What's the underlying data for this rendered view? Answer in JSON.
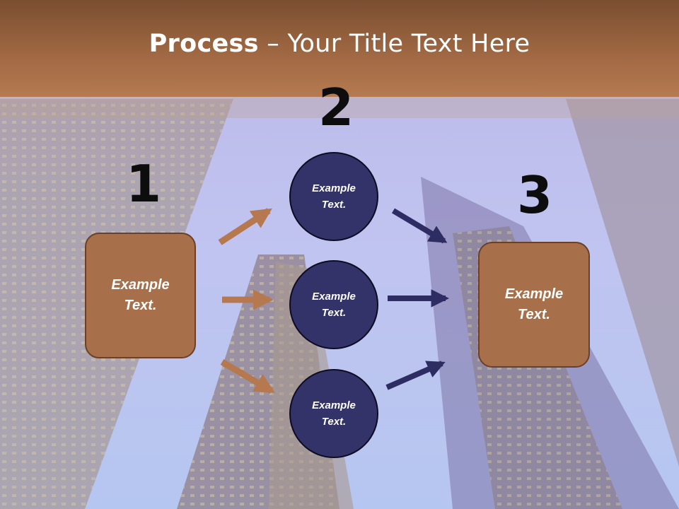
{
  "slide": {
    "title_bold": "Process",
    "title_dash": " – ",
    "title_rest": "Your Title Text Here"
  },
  "steps": {
    "step1": "1",
    "step2": "2",
    "step3": "3"
  },
  "boxes": {
    "left_line1": "Example",
    "left_line2": "Text.",
    "right_line1": "Example",
    "right_line2": "Text."
  },
  "circles": [
    {
      "line1": "Example",
      "line2": "Text."
    },
    {
      "line1": "Example",
      "line2": "Text."
    },
    {
      "line1": "Example",
      "line2": "Text."
    }
  ],
  "colors": {
    "title_bar": "#a26a44",
    "box_fill": "#a8704a",
    "circle_fill": "#33336a",
    "arrow_left": "#b5784f",
    "arrow_right": "#2d2d64"
  }
}
